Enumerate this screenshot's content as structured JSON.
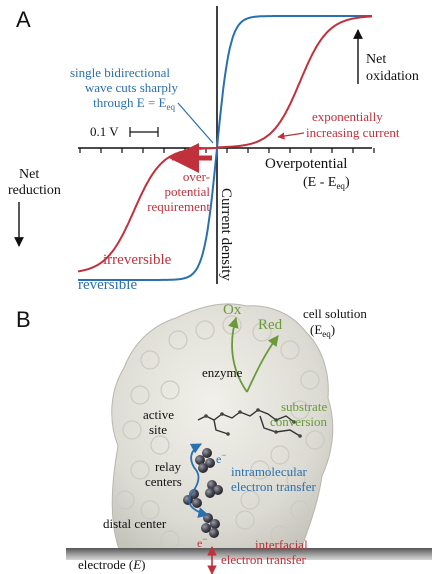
{
  "panel_a": {
    "label": "A",
    "net_oxidation": [
      "Net",
      "oxidation"
    ],
    "net_reduction": [
      "Net",
      "reduction"
    ],
    "blue_note": [
      "single bidirectional",
      "wave cuts sharply"
    ],
    "blue_note_through": "through E = E",
    "blue_note_sub": "eq",
    "scale_bar": "0.1 V",
    "red_note": [
      "exponentially",
      "increasing current"
    ],
    "overpotential_req": [
      "over-",
      "potential",
      "requirement"
    ],
    "overpotential_axis": "Overpotential",
    "overpotential_sub_main": "(E - E",
    "overpotential_sub_sub": "eq",
    "overpotential_sub_end": ")",
    "current_density": "Current density",
    "irreversible": "irreversible",
    "reversible": "reversible",
    "colors": {
      "blue": "#2a6fb0",
      "red": "#c0313b",
      "green": "#6a9a3a",
      "black": "#111111"
    }
  },
  "panel_b": {
    "label": "B",
    "ox": "Ox",
    "red": "Red",
    "cell_solution": "cell solution",
    "e_eq_main": "(E",
    "e_eq_sub": "eq",
    "e_eq_end": ")",
    "enzyme": "enzyme",
    "active_site": [
      "active",
      "site"
    ],
    "substrate_conversion": [
      "substrate",
      "conversion"
    ],
    "relay_centers": [
      "relay",
      "centers"
    ],
    "electron": "e",
    "electron_sup": "−",
    "intramolecular": [
      "intramolecular",
      "electron transfer"
    ],
    "distal_center": "distal center",
    "interfacial": [
      "interfacial",
      "electron transfer"
    ],
    "electrode": "electrode (E)"
  }
}
